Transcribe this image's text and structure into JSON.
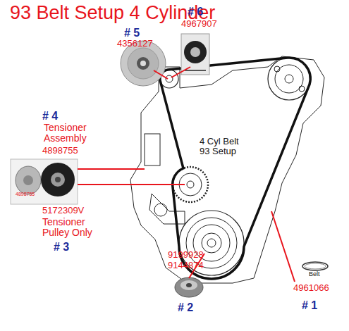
{
  "diagram": {
    "title": "93 Belt Setup 4 Cylinder",
    "labels": [
      "# 5",
      "4356127",
      "# 6",
      "4967907",
      "# 4",
      "Tensioner Assembly",
      "4898755",
      "4898755",
      "5172309V",
      "Tensioner Pulley Only",
      "# 3",
      "4 Cyl Belt 93 Setup",
      "9199928",
      "9144874",
      "# 2",
      "Belt",
      "4961066",
      "# 1"
    ]
  }
}
